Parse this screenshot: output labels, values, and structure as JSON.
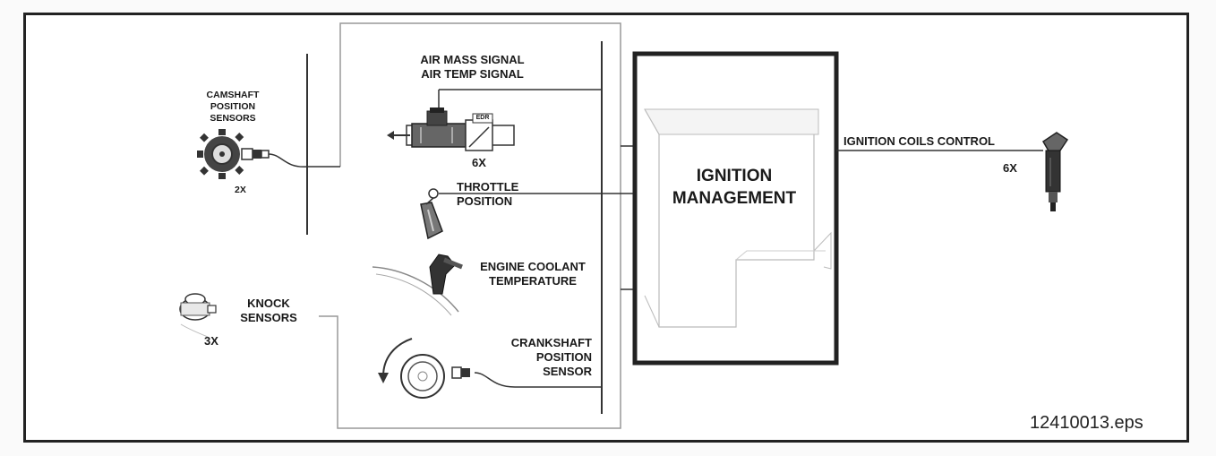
{
  "diagram": {
    "camshaft": {
      "line1": "CAMSHAFT",
      "line2": "POSITION",
      "line3": "SENSORS",
      "count": "2X"
    },
    "knock": {
      "line1": "KNOCK",
      "line2": "SENSORS",
      "count": "3X"
    },
    "air": {
      "line1": "AIR MASS SIGNAL",
      "line2": "AIR TEMP SIGNAL",
      "count": "6X",
      "badge": "EDR"
    },
    "throttle": {
      "line1": "THROTTLE",
      "line2": "POSITION"
    },
    "coolant": {
      "line1": "ENGINE COOLANT",
      "line2": "TEMPERATURE"
    },
    "crankshaft": {
      "line1": "CRANKSHAFT",
      "line2": "POSITION",
      "line3": "SENSOR"
    },
    "module": {
      "line1": "IGNITION",
      "line2": "MANAGEMENT"
    },
    "coils": {
      "label": "IGNITION COILS CONTROL",
      "count": "6X"
    },
    "file_ref": "12410013.eps"
  }
}
